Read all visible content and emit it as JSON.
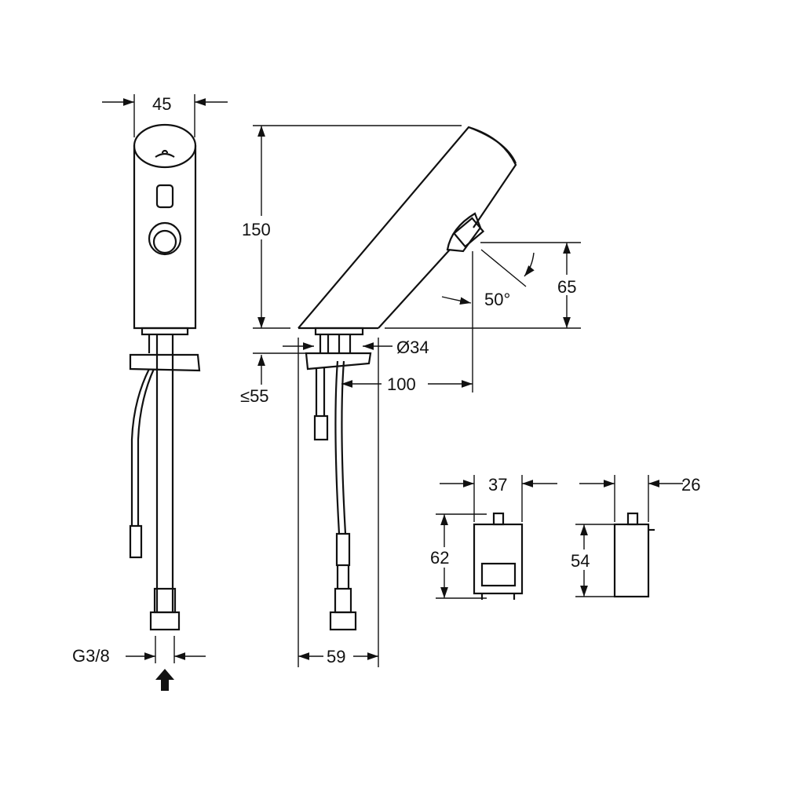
{
  "dimensions": {
    "front_width": "45",
    "height": "150",
    "sensor_height": "65",
    "angle": "50°",
    "base_diameter": "Ø34",
    "deck_thickness": "≤55",
    "reach": "100",
    "hose_spacing": "59",
    "connection": "G3/8",
    "box_width": "37",
    "box_depth": "26",
    "box_height_front": "62",
    "box_height_side": "54"
  },
  "colors": {
    "line": "#111111",
    "background": "#ffffff"
  }
}
